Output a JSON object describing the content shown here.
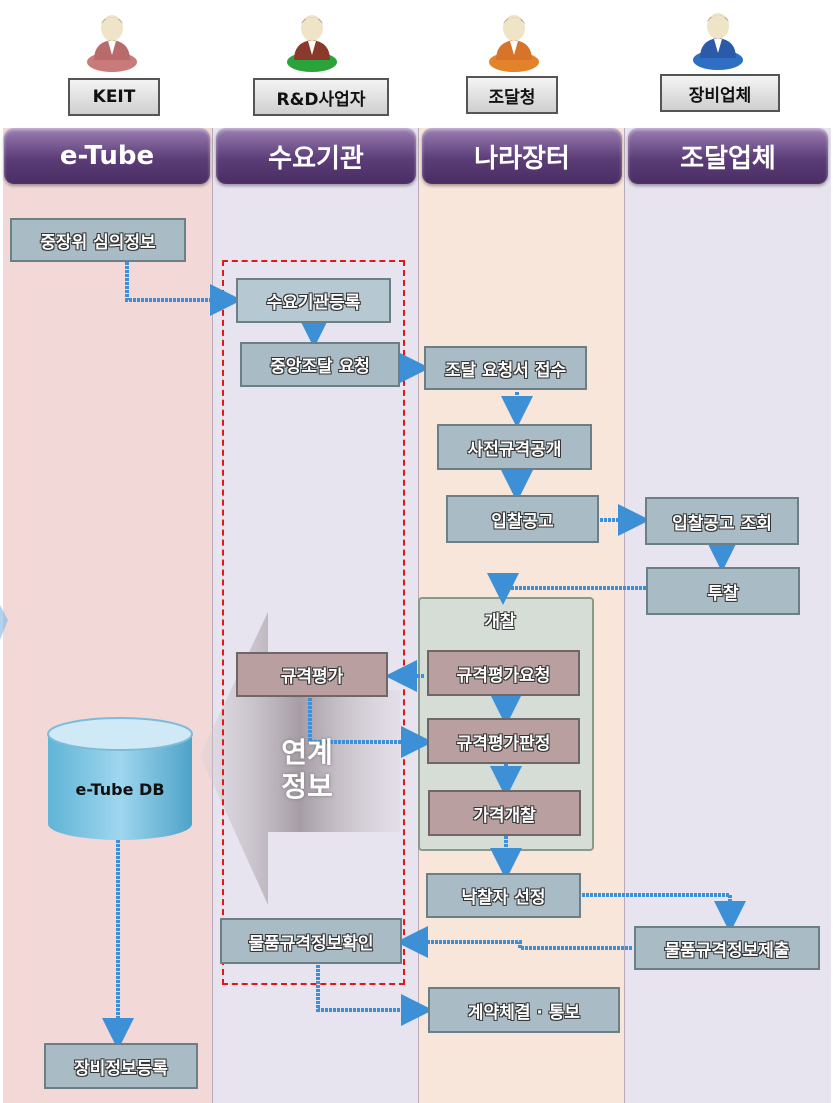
{
  "actors": [
    {
      "label": "KEIT",
      "color": "#c97a7a"
    },
    {
      "label": "R&D사업자",
      "color": "#2aa43a"
    },
    {
      "label": "조달청",
      "color": "#e2822a"
    },
    {
      "label": "장비업체",
      "color": "#2e6fc4"
    }
  ],
  "lanes": [
    {
      "header": "e-Tube",
      "bg": "#f4d9d9"
    },
    {
      "header": "수요기관",
      "bg": "#e6e2ef"
    },
    {
      "header": "나라장터",
      "bg": "#f8e6d9"
    },
    {
      "header": "조달업체",
      "bg": "#e6e2ef"
    }
  ],
  "nodes": {
    "jungjangwi": "중장위 심의정보",
    "suyo_register": "수요기관등록",
    "central_request": "중앙조달 요청",
    "request_receive": "조달 요청서  접수",
    "pre_spec": "사전규격공개",
    "bid_notice": "입찰공고",
    "bid_notice_view": "입찰공고 조회",
    "bidding": "투찰",
    "opening": "개찰",
    "spec_eval_request": "규격평가요청",
    "spec_eval_decision": "규격평가판정",
    "price_opening": "가격개찰",
    "spec_eval": "규격평가",
    "winner_select": "낙찰자 선정",
    "goods_spec_submit": "물품규격정보제출",
    "goods_spec_check": "물품규격정보확인",
    "contract": "계약체결 · 통보",
    "db": "e-Tube DB",
    "equip_register": "장비정보등록",
    "linked_info_1": "연계",
    "linked_info_2": "정보"
  },
  "colors": {
    "arrow": "#3d8fd6",
    "dashed_border": "#e01818"
  }
}
